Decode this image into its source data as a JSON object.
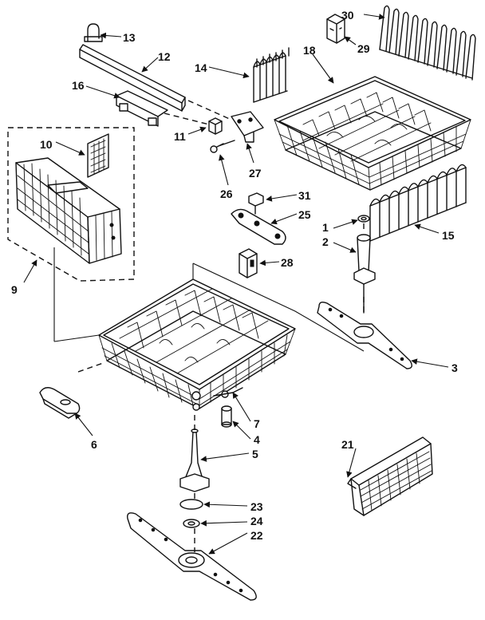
{
  "callouts": {
    "c1": "1",
    "c2": "2",
    "c3": "3",
    "c4": "4",
    "c5": "5",
    "c6": "6",
    "c7": "7",
    "c9": "9",
    "c10": "10",
    "c11": "11",
    "c12": "12",
    "c13": "13",
    "c14": "14",
    "c15": "15",
    "c16": "16",
    "c18": "18",
    "c21": "21",
    "c22": "22",
    "c23": "23",
    "c24": "24",
    "c25": "25",
    "c26": "26",
    "c27": "27",
    "c28": "28",
    "c29": "29",
    "c30": "30",
    "c31": "31"
  },
  "colors": {
    "ink": "#111111",
    "paper": "#ffffff"
  }
}
